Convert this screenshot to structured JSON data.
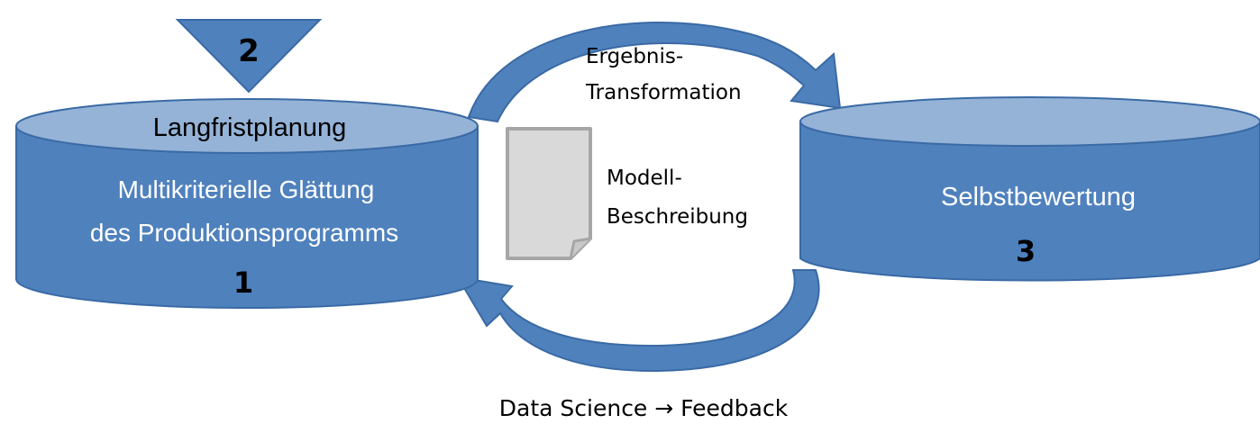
{
  "diagram": {
    "left_cylinder": {
      "top_label": "Langfristplanung",
      "body_line1": "Multikriterielle Glättung",
      "body_line2": "des Produktionsprogramms",
      "number": "1"
    },
    "triangle": {
      "number": "2"
    },
    "right_cylinder": {
      "body_label": "Selbstbewertung",
      "number": "3"
    },
    "document": {
      "label_line1": "Modell-",
      "label_line2": "Beschreibung"
    },
    "top_arrow": {
      "label_line1": "Ergebnis-",
      "label_line2": "Transformation"
    },
    "bottom_arrow": {
      "label": "Data Science → Feedback"
    }
  },
  "colors": {
    "cylinder_body": "#4f81bd",
    "cylinder_top": "#95b3d7",
    "outline": "#3a6aa5",
    "arrow": "#4f81bd",
    "document_fill": "#d9d9d9",
    "document_stroke": "#a6a6a6",
    "white_text": "#ffffff",
    "dark_text": "#000000"
  }
}
